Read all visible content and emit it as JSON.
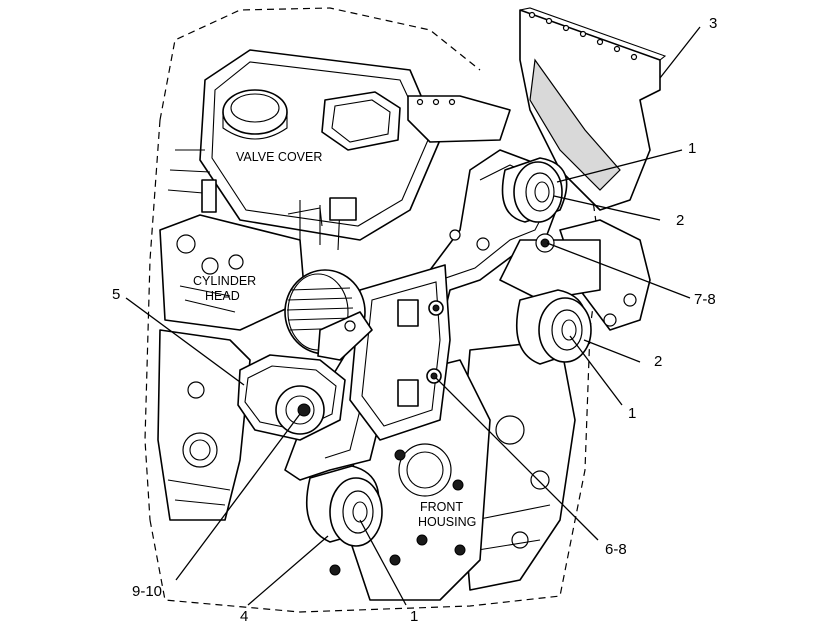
{
  "labels": {
    "valve_cover": "VALVE COVER",
    "cylinder_head_1": "CYLINDER",
    "cylinder_head_2": "HEAD",
    "front_housing_1": "FRONT",
    "front_housing_2": "HOUSING"
  },
  "callouts": {
    "c3": "3",
    "c1_top": "1",
    "c2_top": "2",
    "c7_8": "7-8",
    "c2_mid": "2",
    "c1_mid": "1",
    "c5": "5",
    "c6_8": "6-8",
    "c9_10": "9-10",
    "c4": "4",
    "c1_bottom": "1"
  }
}
